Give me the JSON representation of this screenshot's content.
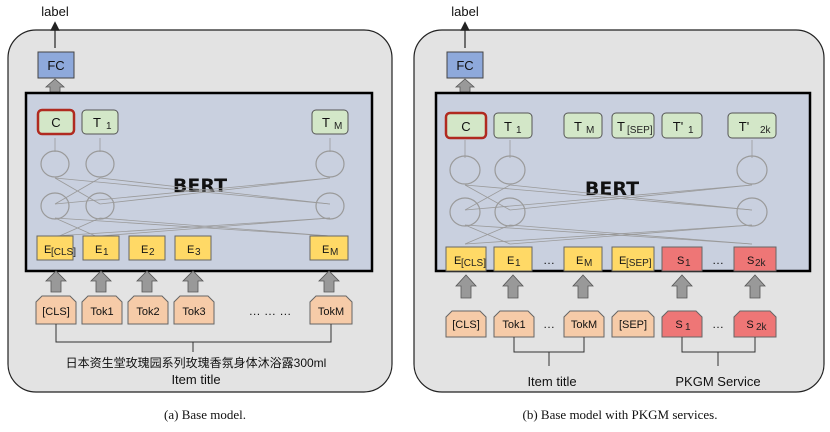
{
  "panel_a": {
    "output_label": "label",
    "fc": "FC",
    "bert": "BERT",
    "outputs": [
      "C",
      "T",
      "T"
    ],
    "outputs_sub": [
      "",
      "1",
      "M"
    ],
    "embeddings": [
      {
        "main": "E",
        "sub": "[CLS]"
      },
      {
        "main": "E",
        "sub": "1"
      },
      {
        "main": "E",
        "sub": "2"
      },
      {
        "main": "E",
        "sub": "3"
      },
      {
        "main": "E",
        "sub": "M"
      }
    ],
    "tokens": [
      "[CLS]",
      "Tok1",
      "Tok2",
      "Tok3",
      "TokM"
    ],
    "token_ellipsis": "…   …   …",
    "title_text": "日本资生堂玫瑰园系列玫瑰香氛身体沐浴露300ml",
    "input_label": "Item title",
    "caption": "(a)  Base model."
  },
  "panel_b": {
    "output_label": "label",
    "fc": "FC",
    "bert": "BERT",
    "outputs": [
      {
        "main": "C",
        "sub": ""
      },
      {
        "main": "T",
        "sub": "1"
      },
      {
        "main": "T",
        "sub": "M"
      },
      {
        "main": "T",
        "sub": "[SEP]"
      },
      {
        "main": "T'",
        "sub": "1"
      },
      {
        "main": "T'",
        "sub": "2k"
      }
    ],
    "embeddings": [
      {
        "main": "E",
        "sub": "[CLS]"
      },
      {
        "main": "E",
        "sub": "1"
      },
      {
        "main": "E",
        "sub": "M"
      },
      {
        "main": "E",
        "sub": "[SEP]"
      },
      {
        "main": "S",
        "sub": "1"
      },
      {
        "main": "S",
        "sub": "2k"
      }
    ],
    "tokens": [
      {
        "main": "[CLS]",
        "sub": ""
      },
      {
        "main": "Tok1",
        "sub": ""
      },
      {
        "main": "TokM",
        "sub": ""
      },
      {
        "main": "[SEP]",
        "sub": ""
      },
      {
        "main": "S",
        "sub": "1"
      },
      {
        "main": "S",
        "sub": "2k"
      }
    ],
    "ellipsis": "…",
    "input_label_left": "Item title",
    "input_label_right": "PKGM Service",
    "caption": "(b)  Base model with PKGM services."
  },
  "colors": {
    "fc": "#8ea9db",
    "output": "#d3e7c8",
    "c_border": "#b02a20",
    "embedding": "#ffd966",
    "service": "#ee7676",
    "token": "#f6cba8",
    "bert_fill": "#c9d0df",
    "panel": "#e3e3e3"
  }
}
